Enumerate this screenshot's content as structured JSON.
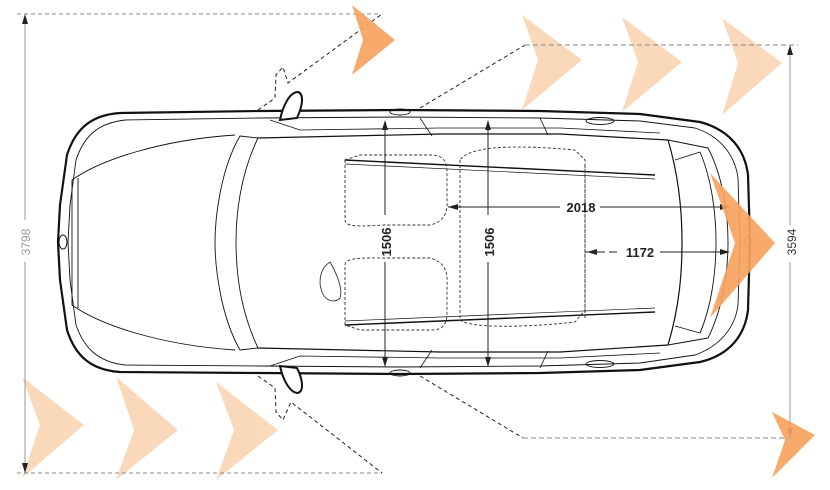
{
  "diagram": {
    "type": "vehicle-dimensions-top-view",
    "accent_color": "#F6A35E",
    "accent_color_light": "#FAD3B0",
    "line_color": "#1a1a1a",
    "dim_line_color": "#999999"
  },
  "dimensions": {
    "total_width_mirrors": "3798",
    "width_doors_open": "3594",
    "load_length_seats_folded": "2018",
    "load_length_seats_up": "1172",
    "interior_width_front": "1506",
    "interior_width_rear": "1506"
  },
  "chevrons": {
    "top_row_count": 3,
    "bottom_row_count": 3,
    "accent_count": 3
  }
}
